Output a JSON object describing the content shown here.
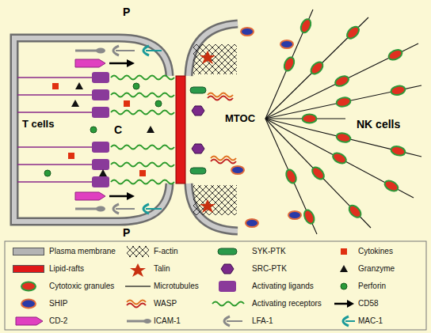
{
  "diagram": {
    "labels": [
      "P",
      "T cells",
      "C",
      "MTOC",
      "NK cells",
      "P"
    ],
    "legend": [
      {
        "text": "Plasma membrane",
        "color": "#b4b4b4"
      },
      {
        "text": "F-actin"
      },
      {
        "text": "SYK-PTK"
      },
      {
        "text": "Cytokines"
      },
      {
        "text": "Lipid-rafts",
        "color": "#e01818"
      },
      {
        "text": "Talin"
      },
      {
        "text": "SRC-PTK"
      },
      {
        "text": "Granzyme"
      },
      {
        "text": "Cytotoxic granules"
      },
      {
        "text": "Microtubules"
      },
      {
        "text": "Activating ligands"
      },
      {
        "text": "Perforin"
      },
      {
        "text": "SHIP"
      },
      {
        "text": "WASP"
      },
      {
        "text": "Activating receptors"
      },
      {
        "text": "CD58"
      },
      {
        "text": "CD-2"
      },
      {
        "text": "ICAM-1"
      },
      {
        "text": "LFA-1"
      },
      {
        "text": "MAC-1"
      }
    ]
  }
}
